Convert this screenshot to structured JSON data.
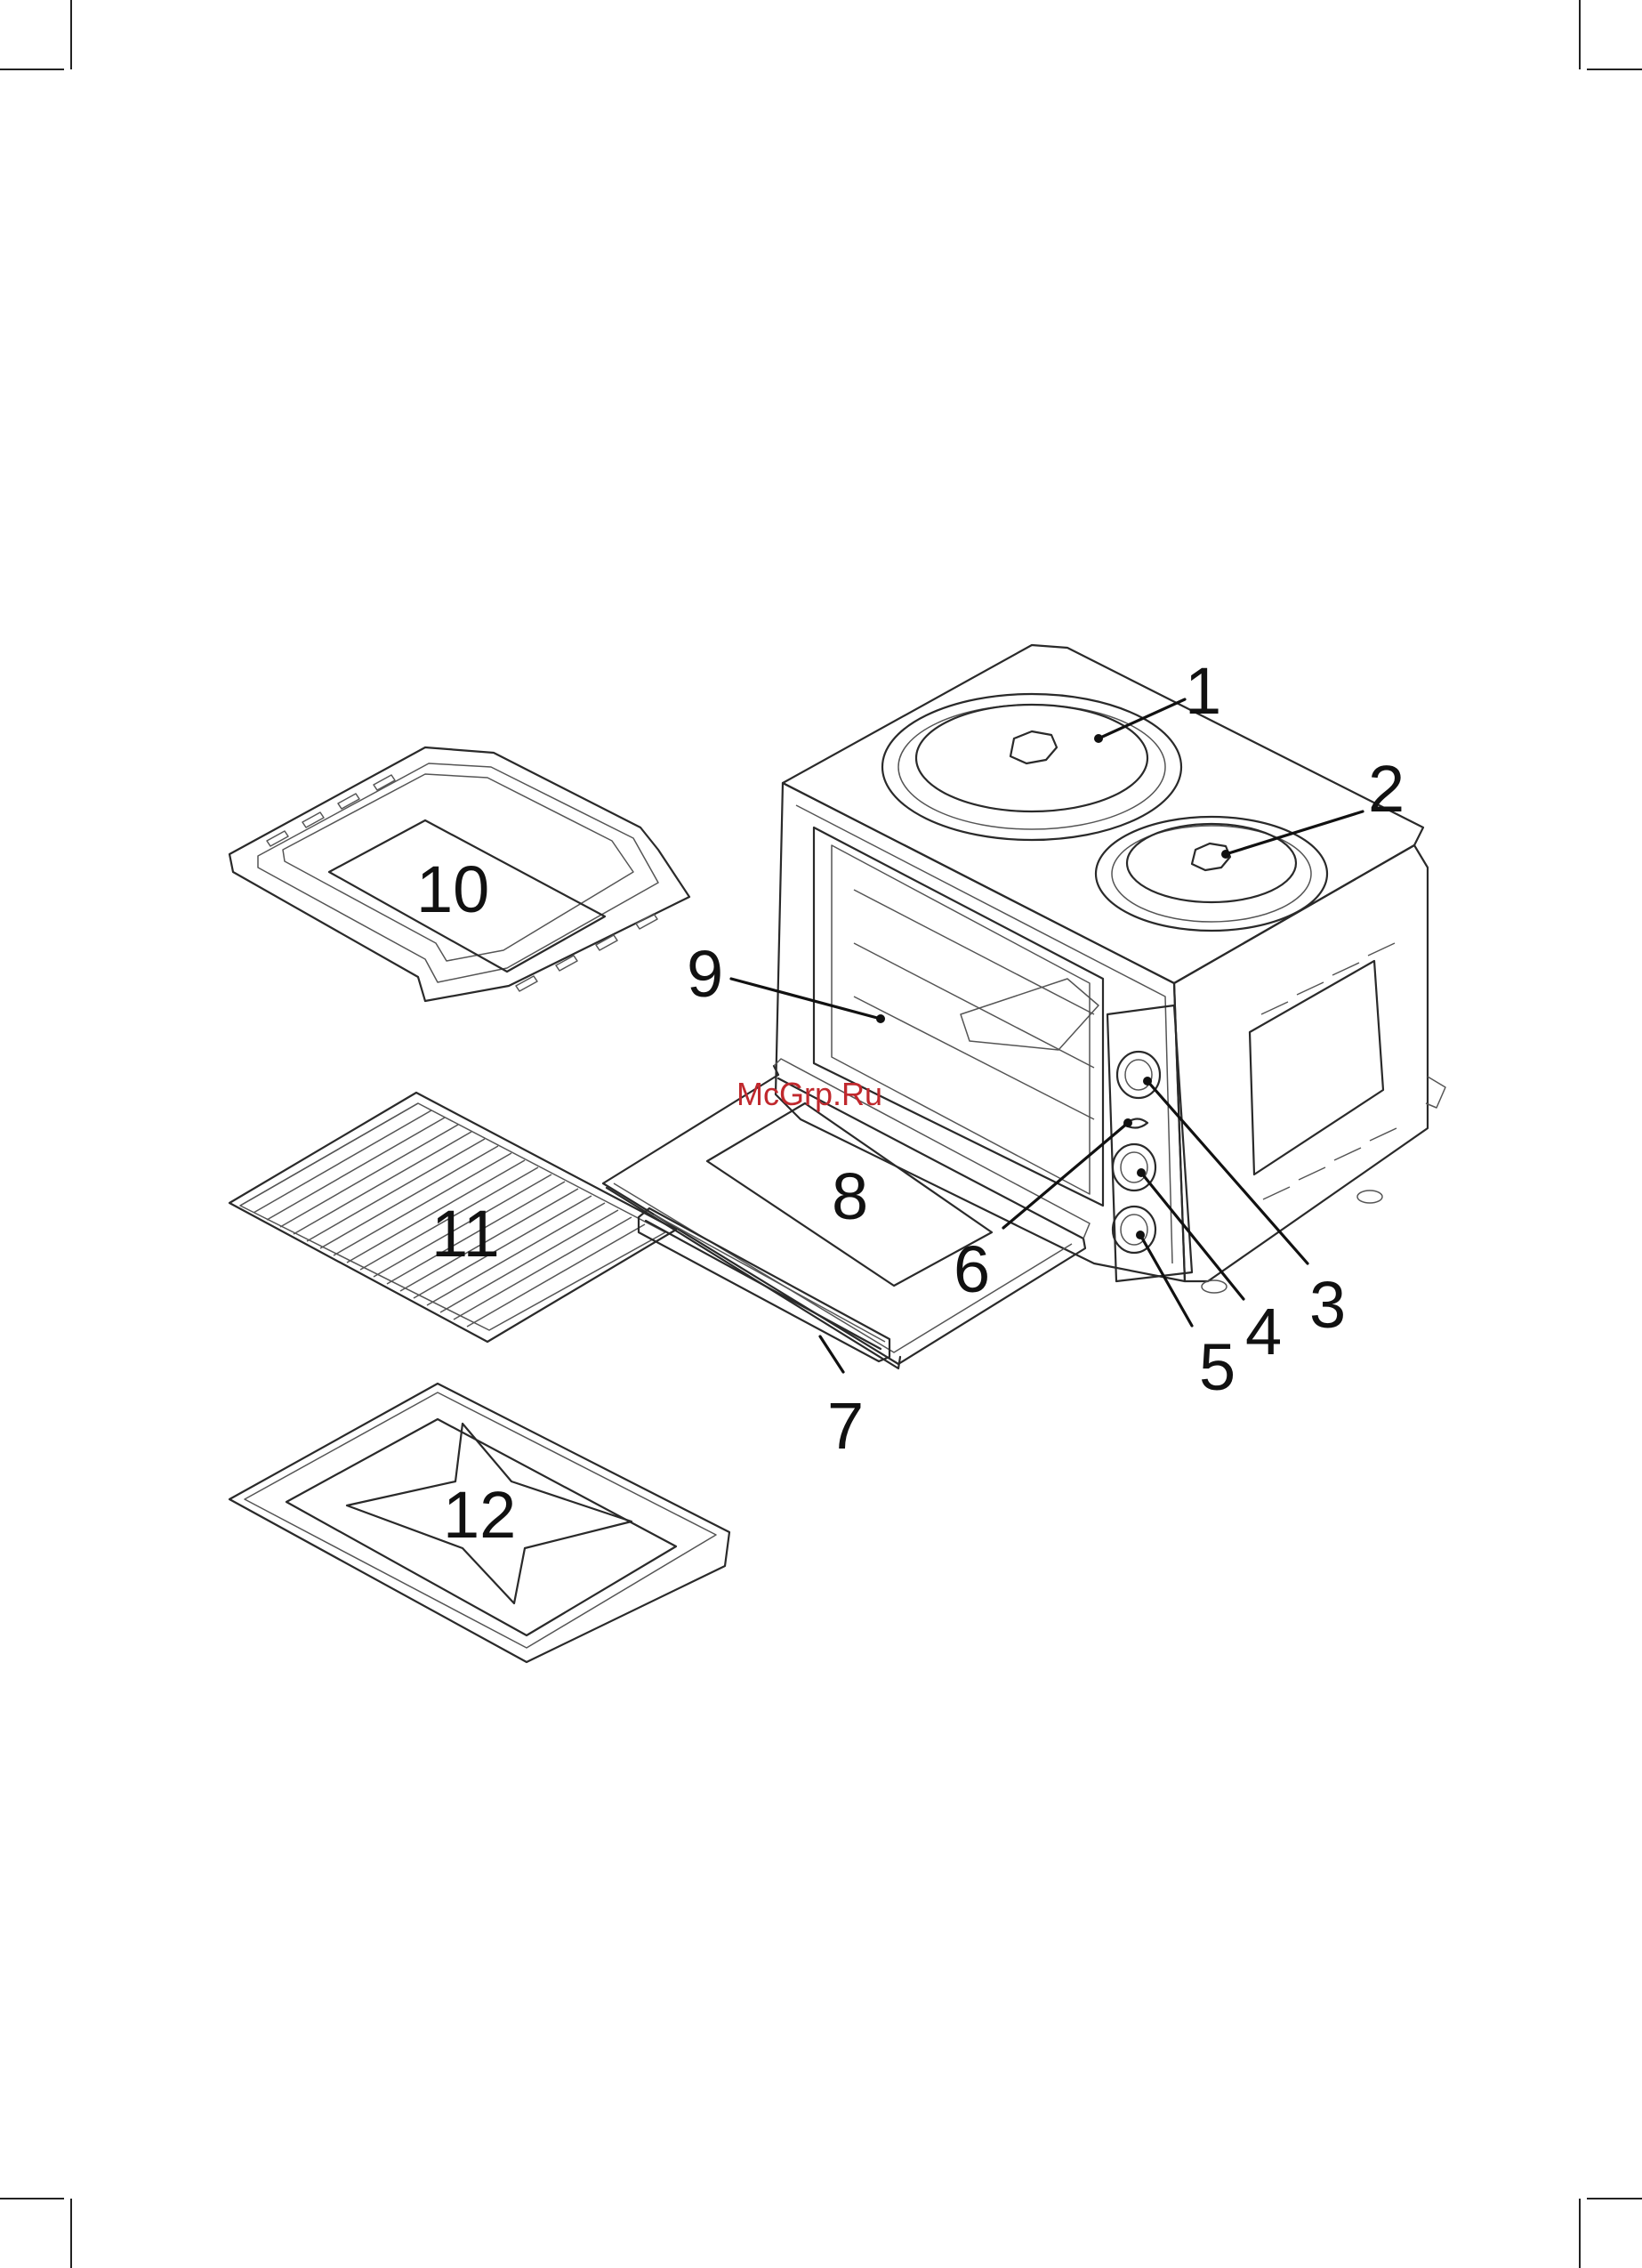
{
  "watermark": "McGrp.Ru",
  "callouts": [
    {
      "id": "1",
      "label": "1"
    },
    {
      "id": "2",
      "label": "2"
    },
    {
      "id": "3",
      "label": "3"
    },
    {
      "id": "4",
      "label": "4"
    },
    {
      "id": "5",
      "label": "5"
    },
    {
      "id": "6",
      "label": "6"
    },
    {
      "id": "7",
      "label": "7"
    },
    {
      "id": "8",
      "label": "8"
    },
    {
      "id": "9",
      "label": "9"
    },
    {
      "id": "10",
      "label": "10"
    },
    {
      "id": "11",
      "label": "11"
    },
    {
      "id": "12",
      "label": "12"
    }
  ]
}
